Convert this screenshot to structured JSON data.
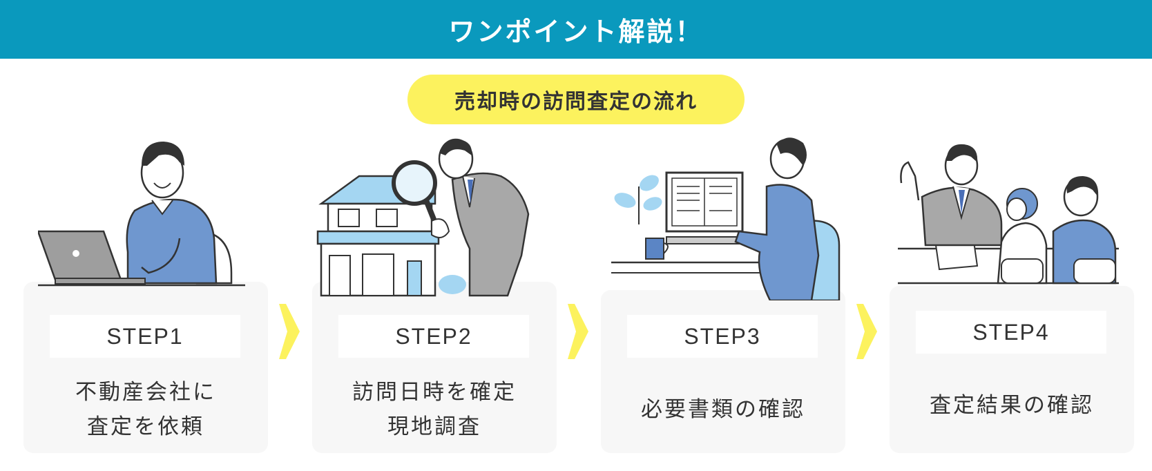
{
  "header": {
    "title": "ワンポイント解説！"
  },
  "flow": {
    "title": "売却時の訪問査定の流れ"
  },
  "steps": [
    {
      "label": "STEP1",
      "lines": [
        "不動産会社に",
        "査定を依頼"
      ]
    },
    {
      "label": "STEP2",
      "lines": [
        "訪問日時を確定",
        "現地調査"
      ]
    },
    {
      "label": "STEP3",
      "lines": [
        "必要書類の確認"
      ]
    },
    {
      "label": "STEP4",
      "lines": [
        "査定結果の確認"
      ]
    }
  ],
  "colors": {
    "header_bg": "#0a99bd",
    "pill_bg": "#fcf25e",
    "arrow": "#fcf25e",
    "card_bg": "#f7f7f7",
    "shirt_blue": "#6f97cf",
    "suit_gray": "#a8a8a8"
  }
}
